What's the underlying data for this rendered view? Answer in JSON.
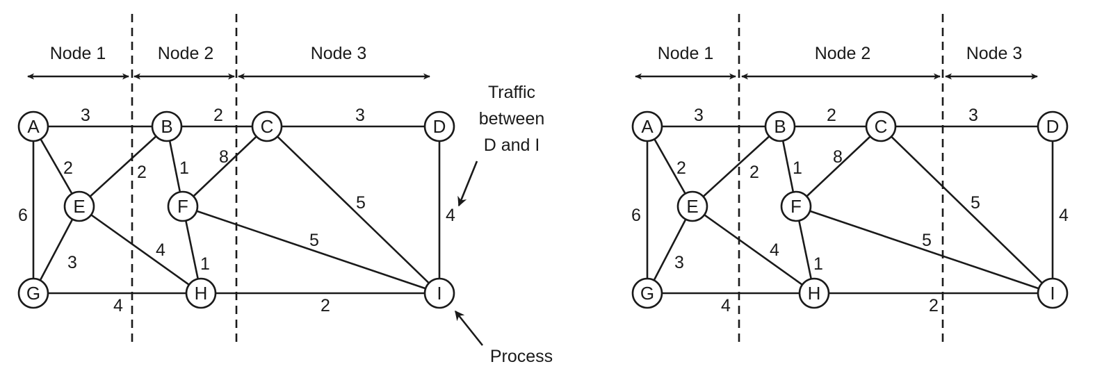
{
  "colors": {
    "ink": "#1a1a1a",
    "background": "#ffffff"
  },
  "diagrams": [
    {
      "id": "left",
      "partitions": [
        {
          "label": "Node 1"
        },
        {
          "label": "Node 2"
        },
        {
          "label": "Node 3"
        }
      ],
      "nodes": [
        {
          "id": "A",
          "label": "A"
        },
        {
          "id": "B",
          "label": "B"
        },
        {
          "id": "C",
          "label": "C"
        },
        {
          "id": "D",
          "label": "D"
        },
        {
          "id": "E",
          "label": "E"
        },
        {
          "id": "F",
          "label": "F"
        },
        {
          "id": "G",
          "label": "G"
        },
        {
          "id": "H",
          "label": "H"
        },
        {
          "id": "I",
          "label": "I"
        }
      ],
      "edges": [
        {
          "from": "A",
          "to": "B",
          "weight": "3"
        },
        {
          "from": "B",
          "to": "C",
          "weight": "2"
        },
        {
          "from": "C",
          "to": "D",
          "weight": "3"
        },
        {
          "from": "A",
          "to": "E",
          "weight": "2"
        },
        {
          "from": "A",
          "to": "G",
          "weight": "6"
        },
        {
          "from": "E",
          "to": "B",
          "weight": "2"
        },
        {
          "from": "B",
          "to": "F",
          "weight": "1"
        },
        {
          "from": "F",
          "to": "C",
          "weight": "8"
        },
        {
          "from": "C",
          "to": "I",
          "weight": "5"
        },
        {
          "from": "D",
          "to": "I",
          "weight": "4"
        },
        {
          "from": "E",
          "to": "G",
          "weight": "3"
        },
        {
          "from": "E",
          "to": "H",
          "weight": "4"
        },
        {
          "from": "F",
          "to": "H",
          "weight": "1"
        },
        {
          "from": "F",
          "to": "I",
          "weight": "5"
        },
        {
          "from": "G",
          "to": "H",
          "weight": "4"
        },
        {
          "from": "H",
          "to": "I",
          "weight": "2"
        }
      ],
      "annotations": {
        "traffic": [
          "Traffic",
          "between",
          "D and I"
        ],
        "process": "Process"
      }
    },
    {
      "id": "right",
      "partitions": [
        {
          "label": "Node 1"
        },
        {
          "label": "Node 2"
        },
        {
          "label": "Node 3"
        }
      ],
      "nodes": [
        {
          "id": "A",
          "label": "A"
        },
        {
          "id": "B",
          "label": "B"
        },
        {
          "id": "C",
          "label": "C"
        },
        {
          "id": "D",
          "label": "D"
        },
        {
          "id": "E",
          "label": "E"
        },
        {
          "id": "F",
          "label": "F"
        },
        {
          "id": "G",
          "label": "G"
        },
        {
          "id": "H",
          "label": "H"
        },
        {
          "id": "I",
          "label": "I"
        }
      ],
      "edges": [
        {
          "from": "A",
          "to": "B",
          "weight": "3"
        },
        {
          "from": "B",
          "to": "C",
          "weight": "2"
        },
        {
          "from": "C",
          "to": "D",
          "weight": "3"
        },
        {
          "from": "A",
          "to": "E",
          "weight": "2"
        },
        {
          "from": "A",
          "to": "G",
          "weight": "6"
        },
        {
          "from": "E",
          "to": "B",
          "weight": "2"
        },
        {
          "from": "B",
          "to": "F",
          "weight": "1"
        },
        {
          "from": "F",
          "to": "C",
          "weight": "8"
        },
        {
          "from": "C",
          "to": "I",
          "weight": "5"
        },
        {
          "from": "D",
          "to": "I",
          "weight": "4"
        },
        {
          "from": "E",
          "to": "G",
          "weight": "3"
        },
        {
          "from": "E",
          "to": "H",
          "weight": "4"
        },
        {
          "from": "F",
          "to": "H",
          "weight": "1"
        },
        {
          "from": "F",
          "to": "I",
          "weight": "5"
        },
        {
          "from": "G",
          "to": "H",
          "weight": "4"
        },
        {
          "from": "H",
          "to": "I",
          "weight": "2"
        }
      ]
    }
  ]
}
